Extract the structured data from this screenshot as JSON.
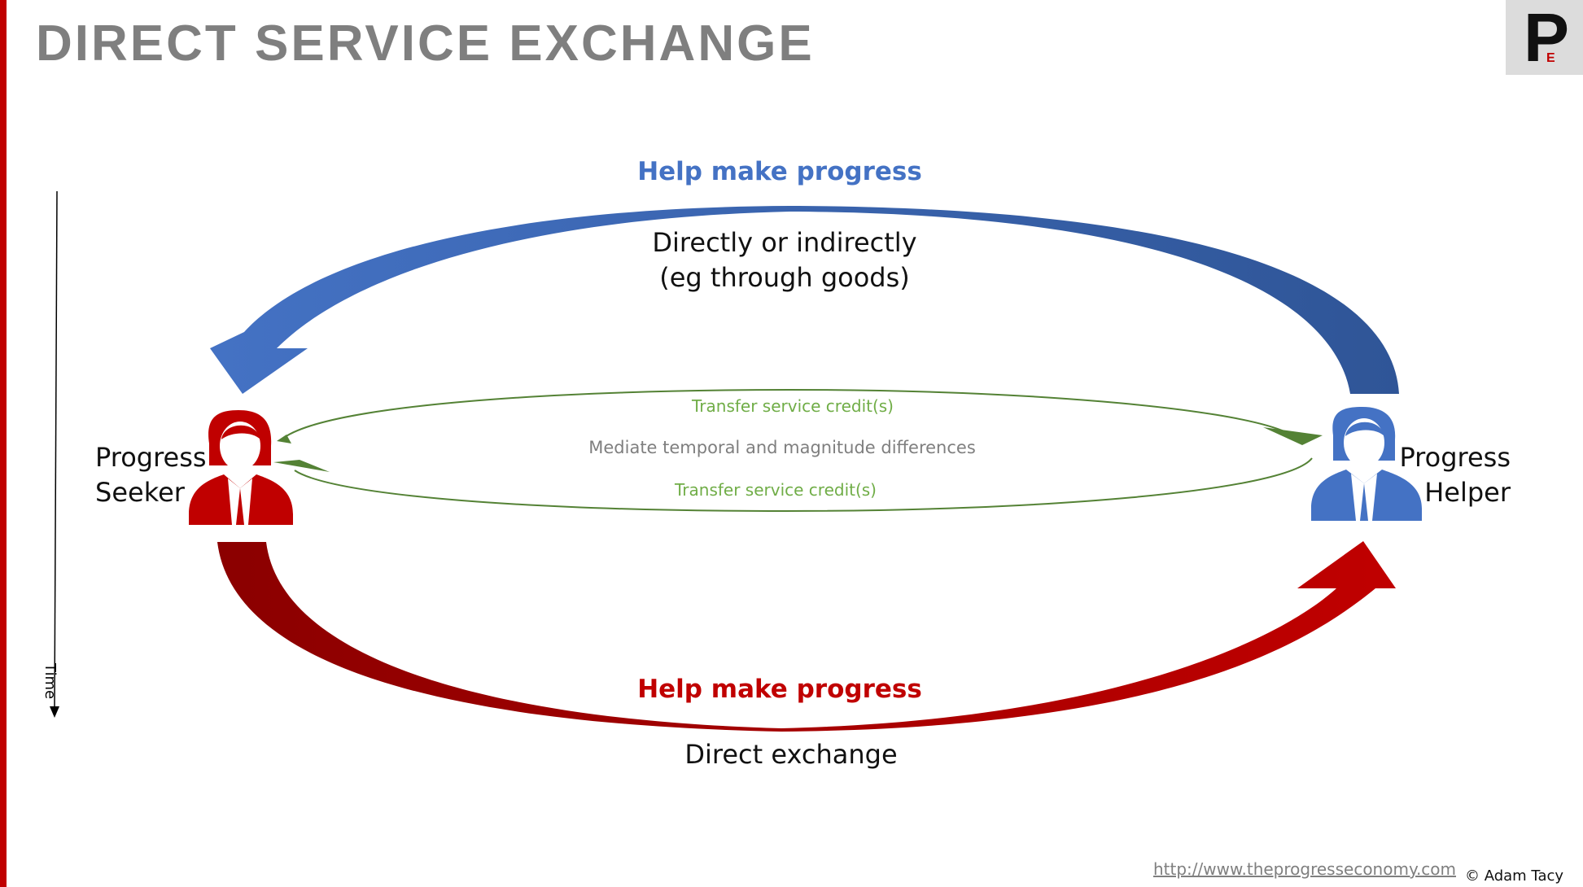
{
  "title": "DIRECT SERVICE EXCHANGE",
  "logo": {
    "letter": "P",
    "subletter": "E"
  },
  "colors": {
    "accent_red": "#c00000",
    "blue": "#4472c4",
    "green": "#548235",
    "green_text": "#70ad47",
    "title_gray": "#7f7f7f"
  },
  "time_axis": {
    "label": "Time"
  },
  "seeker": {
    "icon": "person-icon",
    "line1": "Progress",
    "line2": "Seeker"
  },
  "helper": {
    "icon": "person-icon",
    "line1": "Progress",
    "line2": "Helper"
  },
  "top_flow": {
    "heading": "Help make progress",
    "line1": "Directly or indirectly",
    "line2": "(eg through goods)"
  },
  "credits": {
    "top": "Transfer service credit(s)",
    "middle": "Mediate temporal and magnitude differences",
    "bottom": "Transfer service credit(s)"
  },
  "bottom_flow": {
    "heading": "Help make progress",
    "caption": "Direct exchange"
  },
  "footer": {
    "url": "http://www.theprogresseconomy.com",
    "copyright": "© Adam Tacy"
  }
}
